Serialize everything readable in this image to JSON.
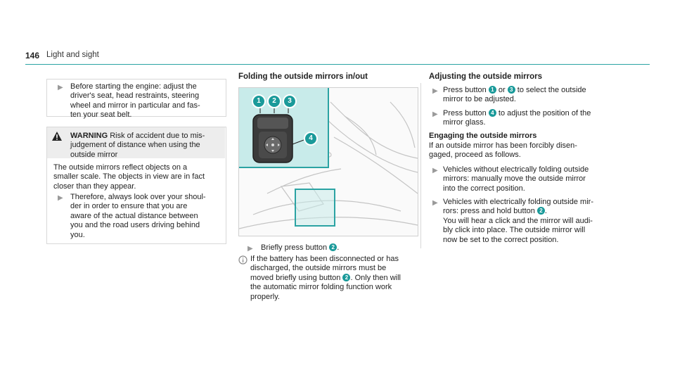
{
  "header": {
    "page_number": "146",
    "section": "Light and sight"
  },
  "colors": {
    "accent": "#2ba3a3",
    "callout": "#1a9a9a",
    "inset_bg": "#c8ebea"
  },
  "col1": {
    "tip": [
      "Before starting the engine: adjust the",
      "driver's seat, head restraints, steering",
      "wheel and mirror in particular and fas-",
      "ten your seat belt."
    ],
    "warning": {
      "icon": "warning-triangle-icon",
      "label": "WARNING",
      "head_lines": [
        "Risk of accident due to mis-",
        "judgement of distance when using the",
        "outside mirror"
      ],
      "body": [
        "The outside mirrors reflect objects on a",
        "smaller scale. The objects in view are in fact",
        "closer than they appear."
      ],
      "action": [
        "Therefore, always look over your shoul-",
        "der in order to ensure that you are",
        "aware of the actual distance between",
        "you and the road users driving behind",
        "you."
      ]
    }
  },
  "col2": {
    "title": "Folding the outside mirrors in/out",
    "callouts": [
      "1",
      "2",
      "3",
      "4"
    ],
    "step": {
      "pre": "Briefly press button ",
      "btn": "2",
      "post": "."
    },
    "note": {
      "icon": "info-icon",
      "line1": "If the battery has been disconnected or has",
      "line2": "discharged, the outside mirrors must be",
      "line3_pre": "moved briefly using button ",
      "line3_btn": "2",
      "line3_post": ". Only then will",
      "line4": "the automatic mirror folding function work",
      "line5": "properly."
    }
  },
  "col3": {
    "title": "Adjusting the outside mirrors",
    "step1": {
      "pre": "Press button ",
      "b1": "1",
      "mid": " or ",
      "b2": "3",
      "post": " to select the outside",
      "line2": "mirror to be adjusted."
    },
    "step2": {
      "pre": "Press button ",
      "b1": "4",
      "post": " to adjust the position of the",
      "line2": "mirror glass."
    },
    "subtitle": "Engaging the outside mirrors",
    "intro": [
      "If an outside mirror has been forcibly disen-",
      "gaged, proceed as follows."
    ],
    "step3": [
      "Vehicles without electrically folding outside",
      "mirrors: manually move the outside mirror",
      "into the correct position."
    ],
    "step4": {
      "line1": "Vehicles with electrically folding outside mir-",
      "line2_pre": "rors: press and hold button ",
      "line2_btn": "2",
      "line2_post": ".",
      "line3": "You will hear a click and the mirror will audi-",
      "line4": "bly click into place. The outside mirror will",
      "line5": "now be set to the correct position."
    }
  }
}
